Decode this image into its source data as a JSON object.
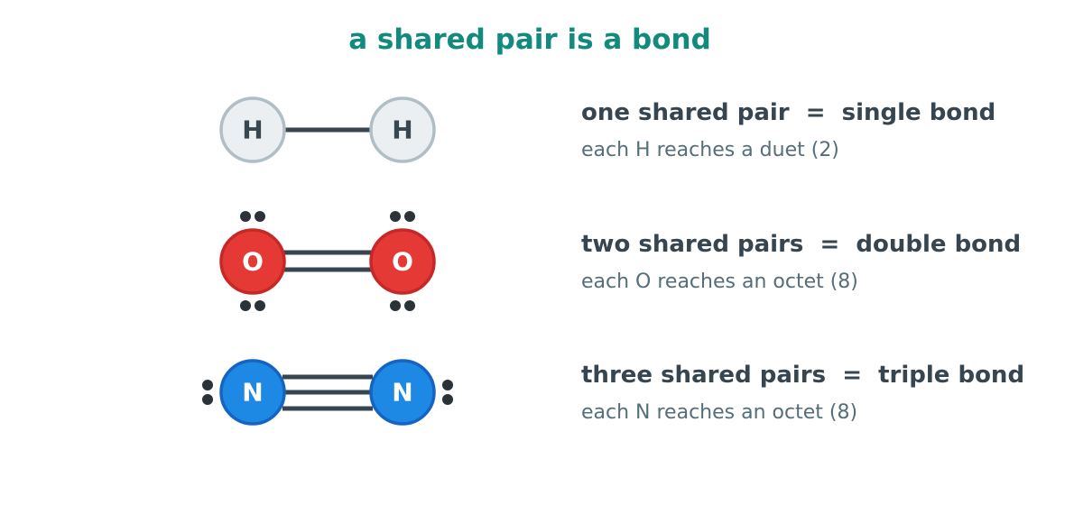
{
  "title": "a shared pair is a bond",
  "colors": {
    "title": "#138a7e",
    "bond": "#36454f",
    "lone_pair": "#2b3339",
    "heading_text": "#36454f",
    "sub_text": "#546e7a"
  },
  "molecules": [
    {
      "atom_left": "H",
      "atom_right": "H",
      "bond_order": 1,
      "atom_fill": "#eceff1",
      "atom_stroke": "#b0bec5",
      "label_color": "#37474f",
      "heading": "one shared pair  =  single bond",
      "caption": "each H reaches a duet (2)"
    },
    {
      "atom_left": "O",
      "atom_right": "O",
      "bond_order": 2,
      "atom_fill": "#e53935",
      "atom_stroke": "#c62828",
      "label_color": "#ffffff",
      "heading": "two shared pairs  =  double bond",
      "caption": "each O reaches an octet (8)"
    },
    {
      "atom_left": "N",
      "atom_right": "N",
      "bond_order": 3,
      "atom_fill": "#1e88e5",
      "atom_stroke": "#1565c0",
      "label_color": "#ffffff",
      "heading": "three shared pairs  =  triple bond",
      "caption": "each N reaches an octet (8)"
    }
  ]
}
